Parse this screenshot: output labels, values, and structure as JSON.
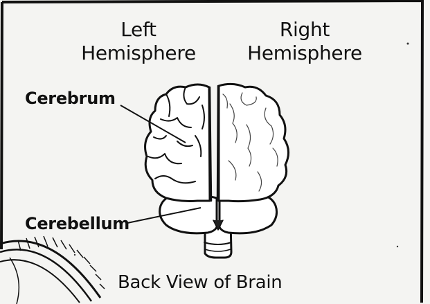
{
  "headings": {
    "left_line1": "Left",
    "left_line2": "Hemisphere",
    "right_line1": "Right",
    "right_line2": "Hemisphere"
  },
  "labels": {
    "cerebrum": "Cerebrum",
    "cerebellum": "Cerebellum"
  },
  "caption": "Back View of Brain",
  "colors": {
    "background": "#f4f4f2",
    "ink": "#111111"
  }
}
